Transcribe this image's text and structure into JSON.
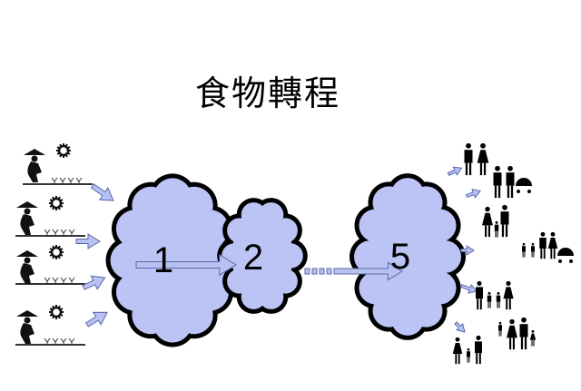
{
  "title": "食物轉程",
  "clouds": [
    {
      "label": "1"
    },
    {
      "label": "2"
    },
    {
      "label": "5"
    }
  ],
  "colors": {
    "cloud_fill": "#bcc4f6",
    "arrow_fill": "#b8c2f2",
    "arrow_stroke": "#5a68a8",
    "outline": "#000000"
  },
  "icons": {
    "producer": "farmer-with-sun-and-sprouts-icon",
    "consumer": "family-icon"
  }
}
